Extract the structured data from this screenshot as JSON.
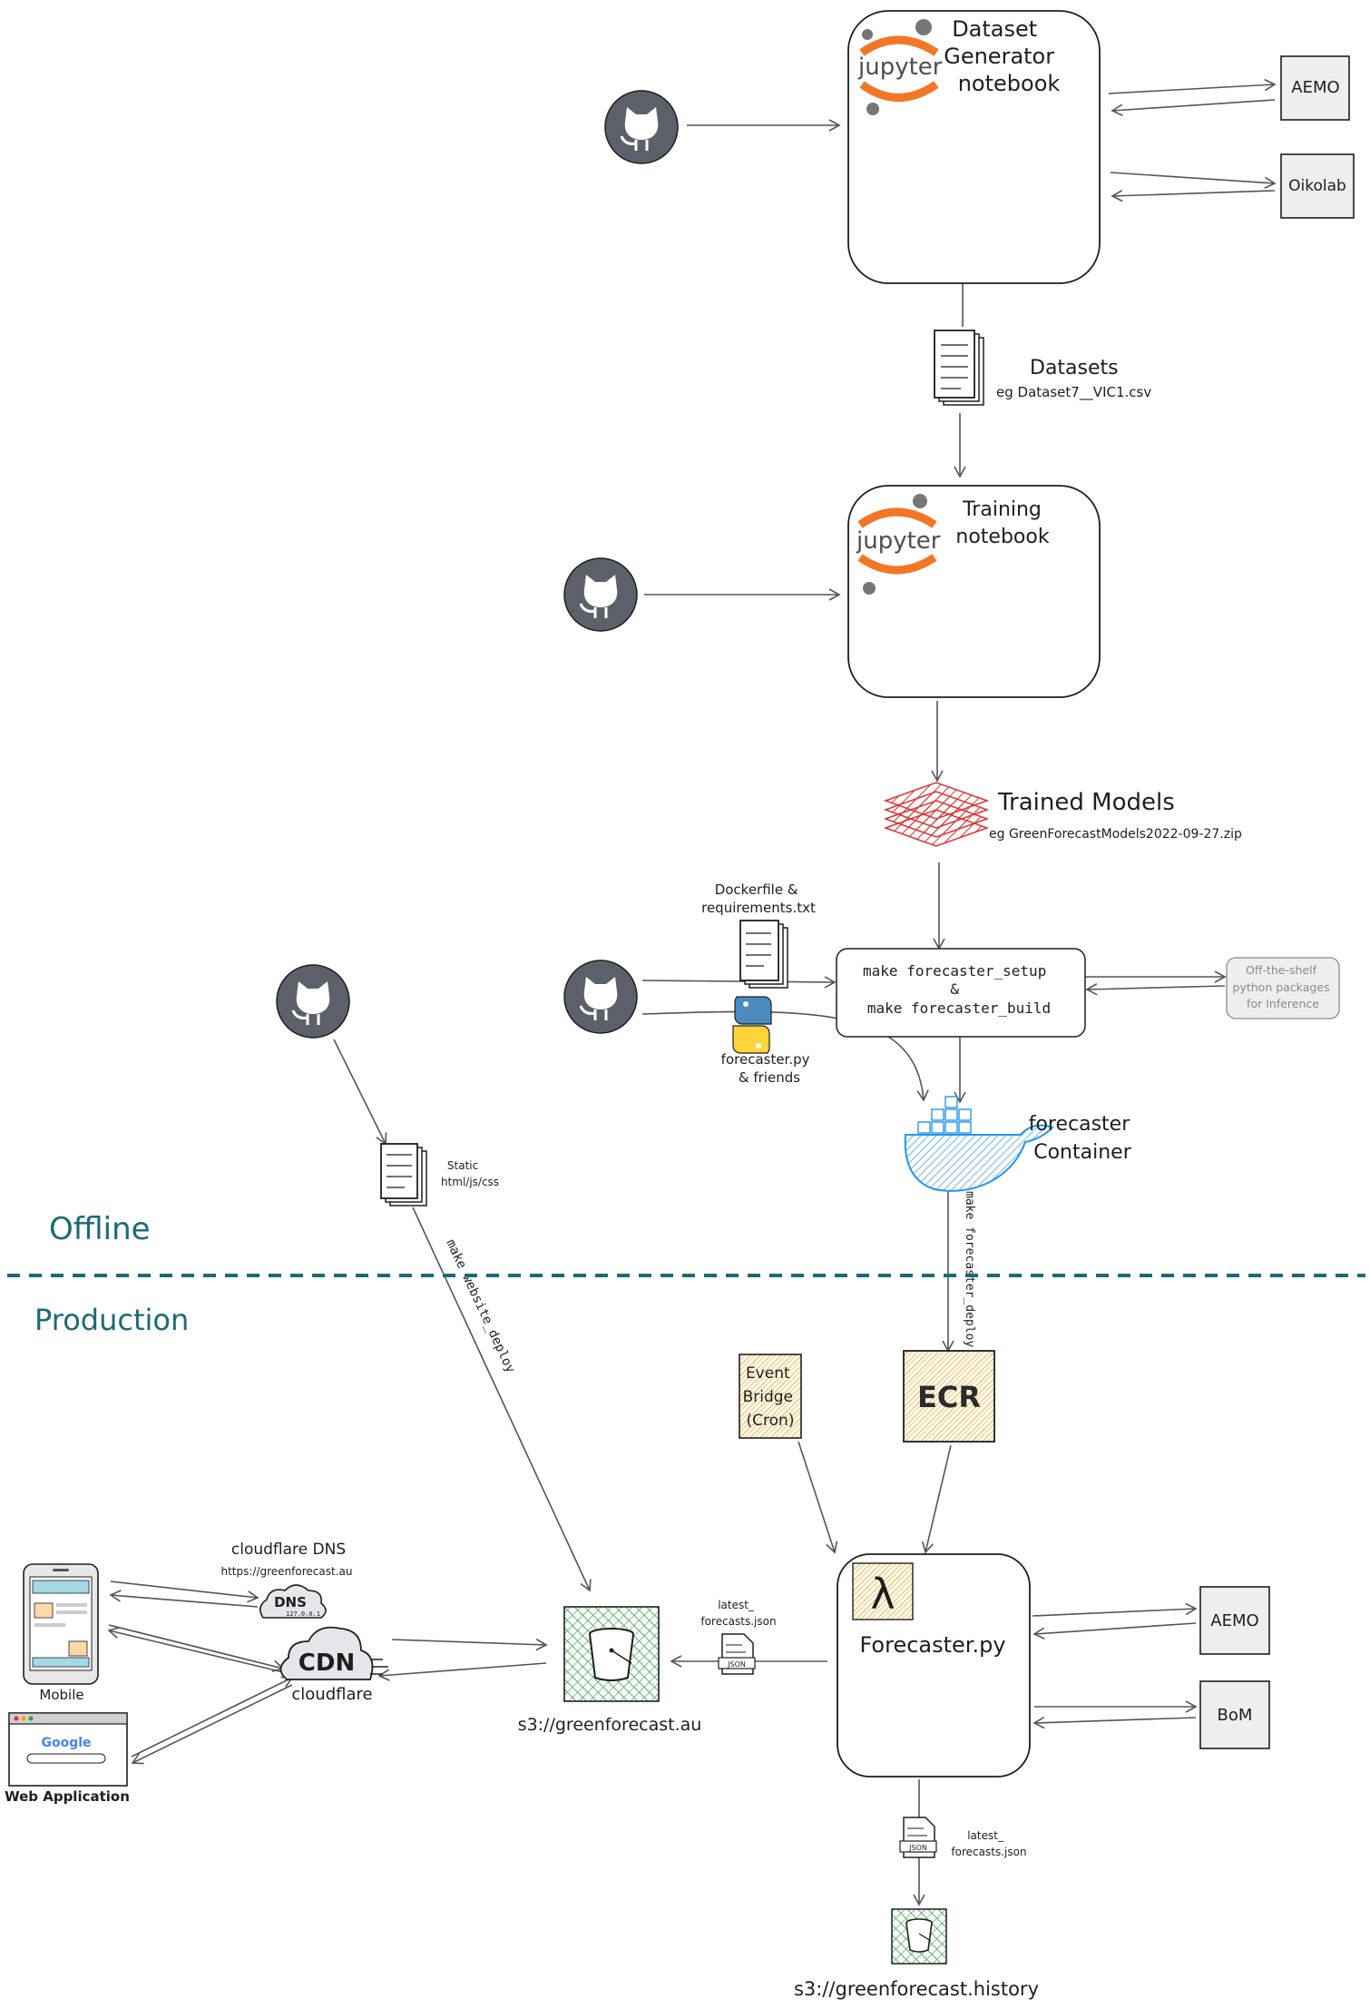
{
  "sections": {
    "offline": "Offline",
    "production": "Production",
    "section_color": "#1b6b74"
  },
  "nodes": {
    "dataset_generator": {
      "title_lines": [
        "Dataset",
        "Generator",
        "notebook"
      ],
      "logo_text": "jupyter"
    },
    "training": {
      "title_lines": [
        "Training",
        "notebook"
      ],
      "logo_text": "jupyter"
    },
    "aemo_top": "AEMO",
    "oikolab": "Oikolab",
    "datasets": {
      "title": "Datasets",
      "subtitle": "eg Dataset7__VIC1.csv"
    },
    "trained_models": {
      "title": "Trained Models",
      "subtitle": "eg GreenForecastModels2022-09-27.zip"
    },
    "dockerfile": {
      "lines": [
        "Dockerfile &",
        "requirements.txt"
      ]
    },
    "forecaster_py_files": {
      "lines": [
        "forecaster.py",
        "& friends"
      ]
    },
    "make_setup": {
      "lines": [
        "make forecaster_setup",
        "&",
        "make forecaster_build"
      ]
    },
    "packages": {
      "lines": [
        "Off-the-shelf",
        "python packages",
        "for Inference"
      ]
    },
    "forecaster_container": {
      "lines": [
        "forecaster",
        "Container"
      ]
    },
    "static": {
      "lines": [
        "Static",
        "html/js/css"
      ]
    },
    "ecr": "ECR",
    "eventbridge": {
      "lines": [
        "Event",
        "Bridge",
        "(Cron)"
      ]
    },
    "forecaster": {
      "title": "Forecaster.py",
      "icon": "λ"
    },
    "aemo_bottom": "AEMO",
    "bom": "BoM",
    "s3_main": "s3://greenforecast.au",
    "s3_history": "s3://greenforecast.history",
    "json_side": {
      "lines": [
        "latest_",
        "forecasts.json"
      ],
      "badge": "JSON"
    },
    "json_below": {
      "lines": [
        "latest_",
        "forecasts.json"
      ],
      "badge": "JSON"
    },
    "cloudflare_dns": {
      "title": "cloudflare DNS",
      "url": "https://greenforecast.au",
      "badge": "DNS",
      "ip": "127.0.0.1"
    },
    "cloudflare_cdn": {
      "badge": "CDN",
      "label": "cloudflare"
    },
    "mobile": "Mobile",
    "web_app": {
      "label": "Web Application",
      "logo": "Google"
    }
  },
  "edge_labels": {
    "website_deploy": "make website_deploy",
    "forecaster_deploy": "make forecaster_deploy"
  },
  "colors": {
    "stroke": "#1e1e1e",
    "arrow": "#555555",
    "github": "#5c6169",
    "jupyter_orange": "#f37626",
    "models_red": "#e03131",
    "docker_blue": "#2496ed",
    "aws_orange": "#f59f00",
    "s3_green": "#2f9e44",
    "box_fill": "#eeeeee"
  },
  "icons": [
    "github-icon",
    "jupyter-logo",
    "document-stack-icon",
    "python-icon",
    "docker-icon",
    "lambda-icon",
    "bucket-icon",
    "cloud-icon",
    "json-file-icon",
    "phone-icon",
    "browser-icon"
  ]
}
